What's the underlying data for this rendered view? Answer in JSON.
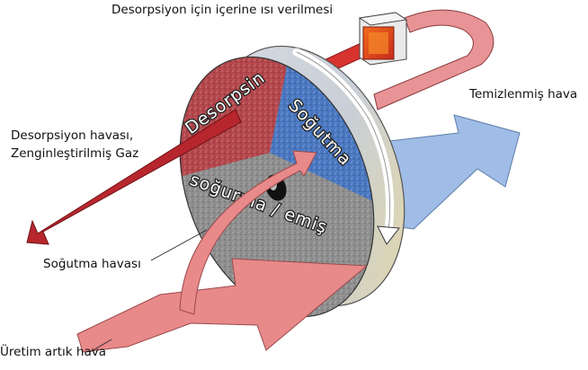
{
  "labels": {
    "desorption_heating": "Desorpsiyon için içerine ısı verilmesi",
    "clean_air": "Temizlenmiş hava",
    "desorption_air_line1": "Desorpsiyon havası,",
    "desorption_air_line2": "Zenginleştirilmiş Gaz",
    "cooling_air": "Soğutma havası",
    "process_exhaust": "Üretim artık hava"
  },
  "wheel_segments": {
    "desorption": "Desorpsin",
    "cooling": "Soğutma",
    "adsorption": "soğurma / emiş"
  },
  "colors": {
    "exhaust_arrow": "#e8898a",
    "clean_air_arrow": "#9fbde6",
    "desorption_arrow": "#b8262d",
    "heater_loop": "#e89496",
    "heater_core": "#e8561c",
    "segment_desorption": "#b4474c",
    "segment_cooling": "#4a78c2",
    "segment_adsorption": "#8f8f8f"
  }
}
